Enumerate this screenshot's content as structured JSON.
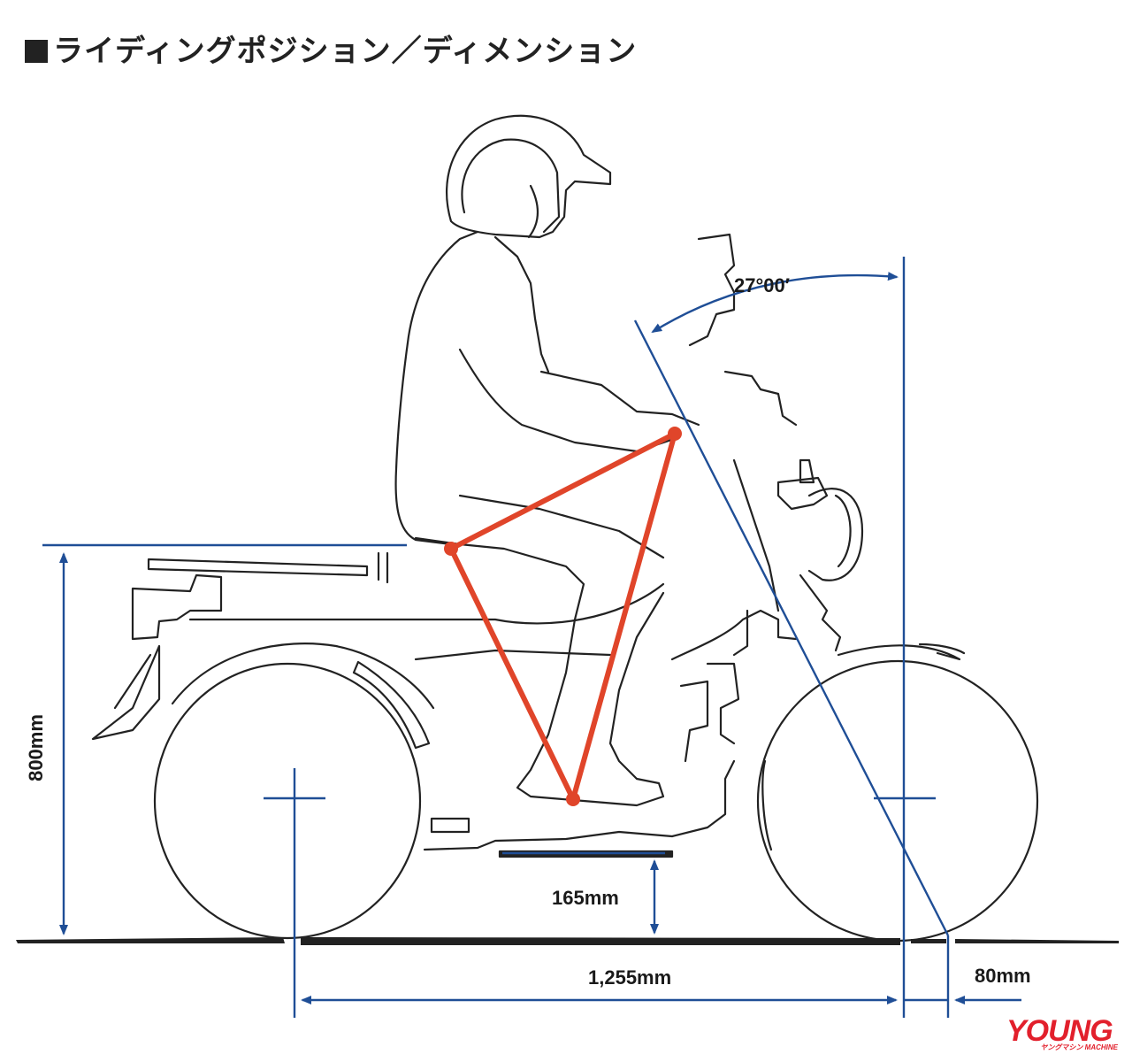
{
  "title": "ライディングポジション／ディメンション",
  "dimensions": {
    "rake_angle": "27°00′",
    "seat_height": "800mm",
    "ground_clearance": "165mm",
    "wheelbase": "1,255mm",
    "trail": "80mm"
  },
  "logo": {
    "main": "YOUNG",
    "sub": "ヤングマシン MACHINE"
  },
  "colors": {
    "dimension_line": "#1f4e96",
    "riding_triangle": "#e0452a",
    "outline": "#222222",
    "logo": "#e2202c"
  }
}
